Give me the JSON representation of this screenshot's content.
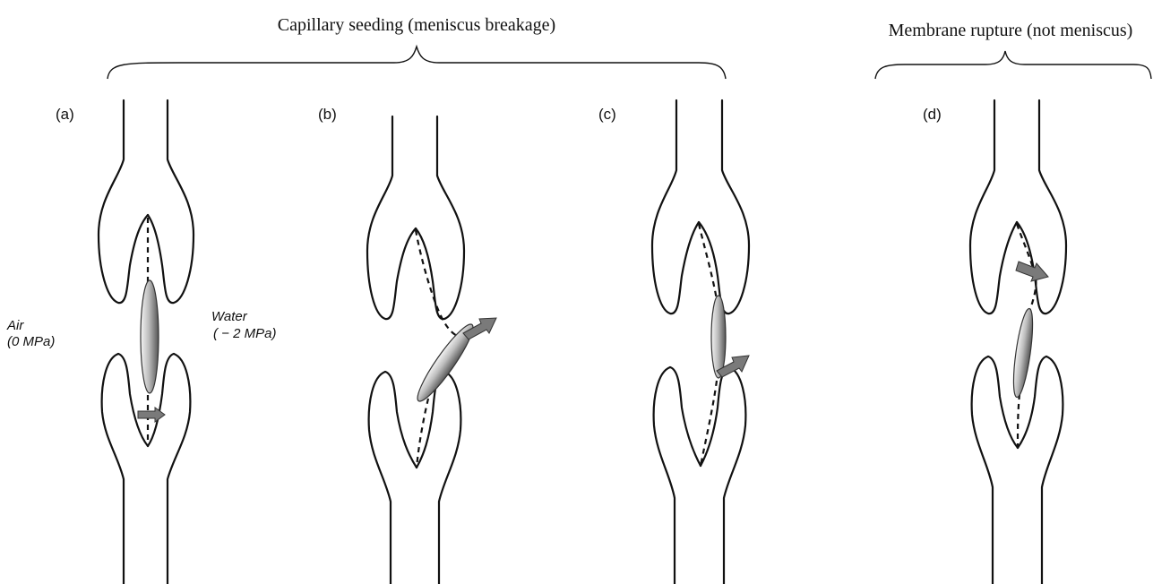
{
  "figure": {
    "groups": [
      {
        "id": "capillary",
        "title": "Capillary seeding (meniscus breakage)"
      },
      {
        "id": "membrane",
        "title": "Membrane rupture (not meniscus)"
      }
    ],
    "panels": [
      {
        "id": "a",
        "label": "(a)"
      },
      {
        "id": "b",
        "label": "(b)"
      },
      {
        "id": "c",
        "label": "(c)"
      },
      {
        "id": "d",
        "label": "(d)"
      }
    ],
    "regions": {
      "air": {
        "line1": "Air",
        "line2": "(0 MPa)"
      },
      "water": {
        "line1": "Water",
        "line2": "( − 2 MPa)"
      }
    },
    "colors": {
      "line": "#111111",
      "arrow_fill": "#7a7a7a",
      "bubble_light": "#f2f2f2",
      "bubble_dark": "#5a5a5a"
    }
  }
}
